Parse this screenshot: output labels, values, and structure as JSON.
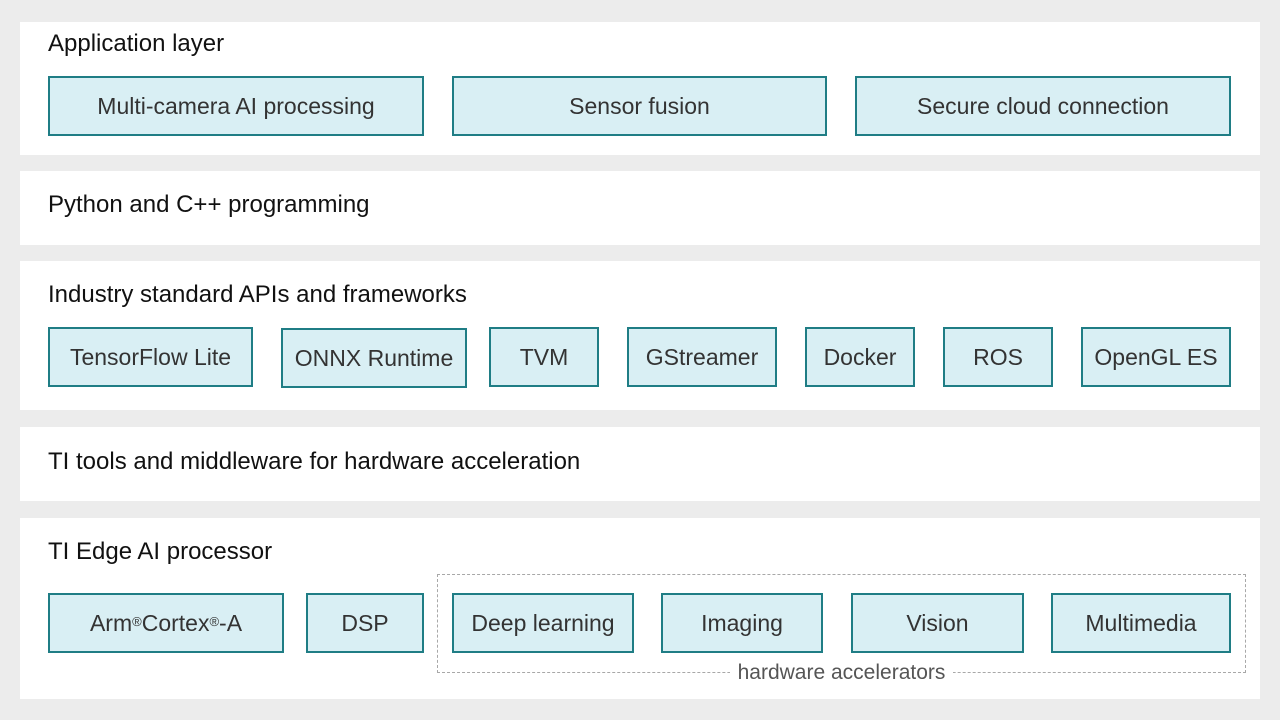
{
  "layers": {
    "application": {
      "title": "Application layer",
      "items": [
        "Multi-camera AI processing",
        "Sensor fusion",
        "Secure cloud connection"
      ]
    },
    "programming": {
      "title": "Python and C++ programming"
    },
    "apis": {
      "title": "Industry standard APIs and frameworks",
      "items": [
        "TensorFlow Lite",
        "ONNX Runtime",
        "TVM",
        "GStreamer",
        "Docker",
        "ROS",
        "OpenGL ES"
      ]
    },
    "tools": {
      "title": "TI tools and middleware for hardware acceleration"
    },
    "processor": {
      "title": "TI Edge AI processor",
      "arm": {
        "text1": "Arm",
        "mark1": "®",
        "text2": " Cortex",
        "mark2": "®",
        "text3": "-A"
      },
      "dsp": "DSP",
      "accelerators": [
        "Deep learning",
        "Imaging",
        "Vision",
        "Multimedia"
      ],
      "accelerators_label": "hardware accelerators"
    }
  },
  "colors": {
    "page_background": "#ececec",
    "layer_background": "#ffffff",
    "box_fill": "#d9eff4",
    "box_border": "#1f7d85",
    "dashed_border": "#a8a8a8"
  }
}
